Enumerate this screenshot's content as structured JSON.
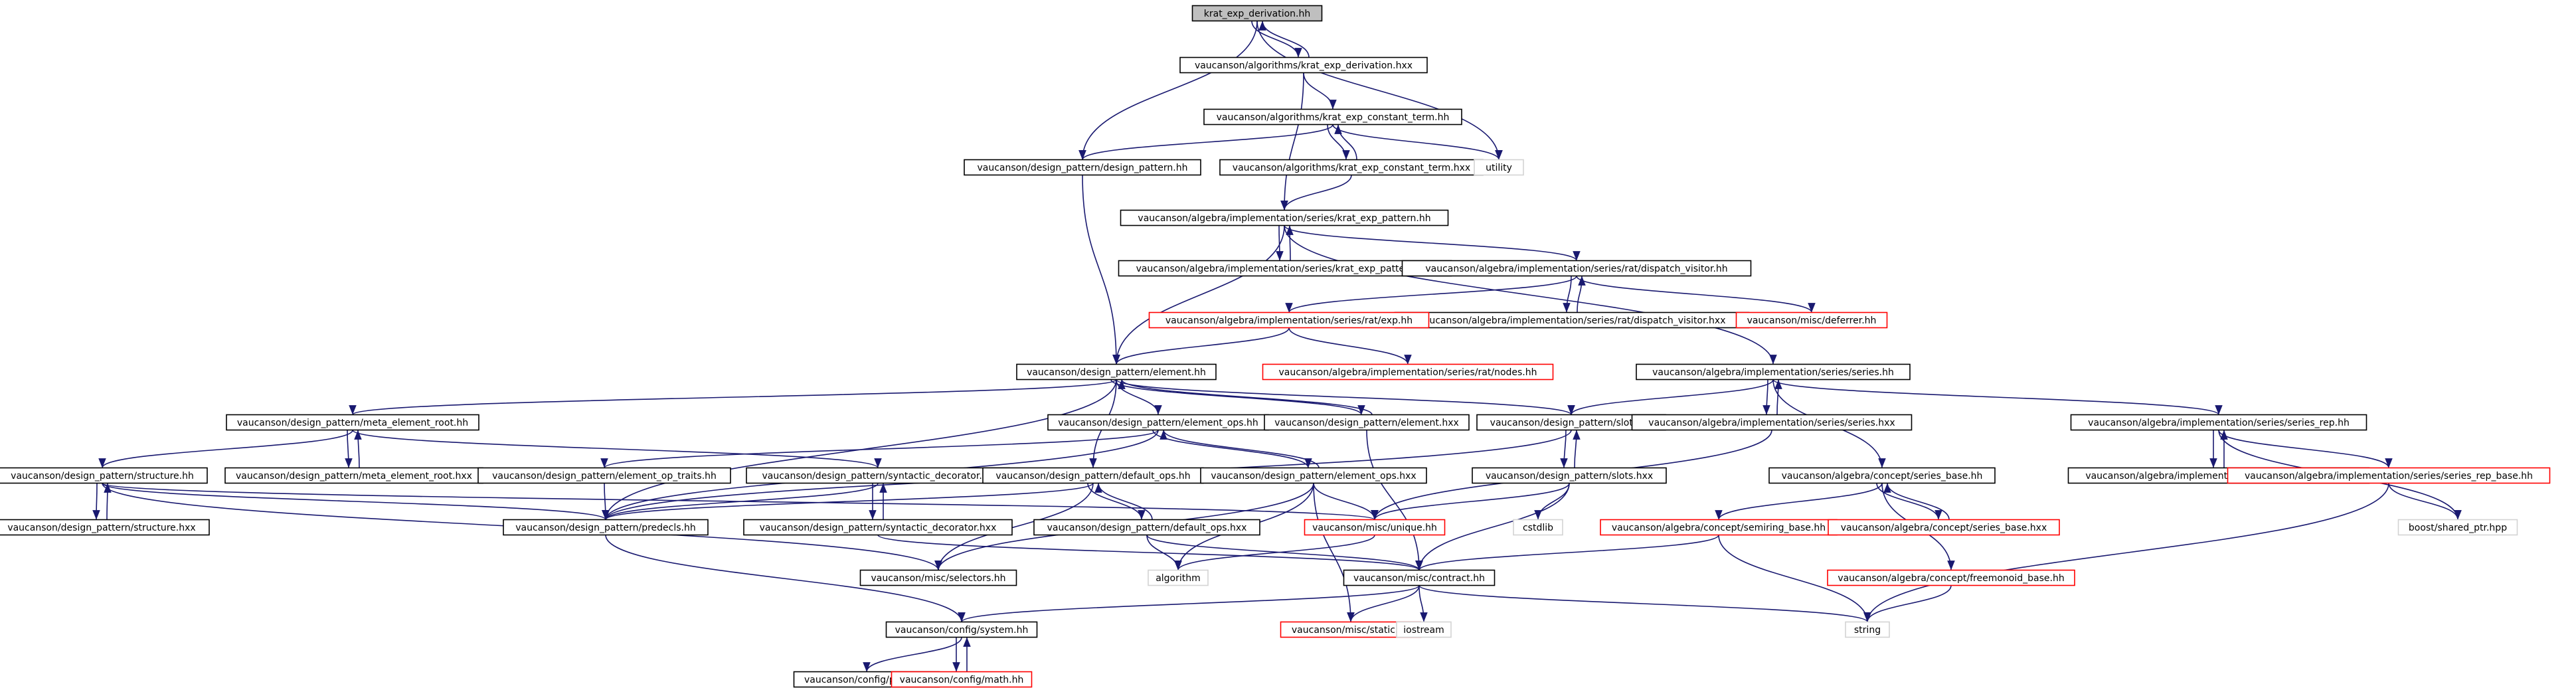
{
  "colors": {
    "edge": "#191970",
    "root_fill": "#bfbfbf",
    "normal_fill": "#ffffff",
    "normal_border": "#000000",
    "link_border": "#ff0000",
    "external_border": "#d3d3d3"
  },
  "nodes": [
    {
      "id": "n0",
      "label": "krat_exp_derivation.hh",
      "kind": "root"
    },
    {
      "id": "n1",
      "label": "vaucanson/algorithms/krat_exp_derivation.hxx",
      "kind": "normal"
    },
    {
      "id": "n2",
      "label": "vaucanson/algorithms/krat_exp_constant_term.hh",
      "kind": "normal"
    },
    {
      "id": "n3",
      "label": "vaucanson/algorithms/krat_exp_constant_term.hxx",
      "kind": "normal"
    },
    {
      "id": "n4",
      "label": "utility",
      "kind": "external"
    },
    {
      "id": "n5",
      "label": "vaucanson/design_pattern/design_pattern.hh",
      "kind": "normal"
    },
    {
      "id": "n6",
      "label": "vaucanson/algebra/implementation/series/krat_exp_pattern.hh",
      "kind": "normal"
    },
    {
      "id": "n7",
      "label": "vaucanson/algebra/implementation/series/krat_exp_pattern.hxx",
      "kind": "normal"
    },
    {
      "id": "n8",
      "label": "vaucanson/algebra/implementation/series/rat/dispatch_visitor.hh",
      "kind": "normal"
    },
    {
      "id": "n9",
      "label": "vaucanson/algebra/implementation/series/rat/dispatch_visitor.hxx",
      "kind": "normal"
    },
    {
      "id": "n10",
      "label": "vaucanson/misc/deferrer.hh",
      "kind": "link"
    },
    {
      "id": "n11",
      "label": "vaucanson/algebra/implementation/series/rat/exp.hh",
      "kind": "link"
    },
    {
      "id": "n12",
      "label": "vaucanson/algebra/implementation/series/rat/nodes.hh",
      "kind": "link"
    },
    {
      "id": "n13",
      "label": "vaucanson/design_pattern/element.hh",
      "kind": "normal"
    },
    {
      "id": "n14",
      "label": "vaucanson/algebra/implementation/series/series.hh",
      "kind": "normal"
    },
    {
      "id": "n15",
      "label": "vaucanson/design_pattern/meta_element_root.hh",
      "kind": "normal"
    },
    {
      "id": "n16",
      "label": "vaucanson/design_pattern/element_ops.hh",
      "kind": "normal"
    },
    {
      "id": "n17",
      "label": "vaucanson/design_pattern/element.hxx",
      "kind": "normal"
    },
    {
      "id": "n18",
      "label": "vaucanson/design_pattern/slots.hh",
      "kind": "normal"
    },
    {
      "id": "n19",
      "label": "vaucanson/algebra/implementation/series/series.hxx",
      "kind": "normal"
    },
    {
      "id": "n20",
      "label": "vaucanson/algebra/implementation/series/series_rep.hh",
      "kind": "normal"
    },
    {
      "id": "n21",
      "label": "vaucanson/design_pattern/structure.hh",
      "kind": "normal"
    },
    {
      "id": "n22",
      "label": "vaucanson/design_pattern/meta_element_root.hxx",
      "kind": "normal"
    },
    {
      "id": "n23",
      "label": "vaucanson/design_pattern/element_op_traits.hh",
      "kind": "normal"
    },
    {
      "id": "n24",
      "label": "vaucanson/design_pattern/syntactic_decorator.hh",
      "kind": "normal"
    },
    {
      "id": "n25",
      "label": "vaucanson/design_pattern/default_ops.hh",
      "kind": "normal"
    },
    {
      "id": "n26",
      "label": "vaucanson/design_pattern/element_ops.hxx",
      "kind": "normal"
    },
    {
      "id": "n27",
      "label": "vaucanson/design_pattern/slots.hxx",
      "kind": "normal"
    },
    {
      "id": "n28",
      "label": "vaucanson/algebra/concept/series_base.hh",
      "kind": "normal"
    },
    {
      "id": "n29",
      "label": "vaucanson/algebra/implementation/series/series_rep.hxx",
      "kind": "normal"
    },
    {
      "id": "n30",
      "label": "vaucanson/algebra/implementation/series/series_rep_base.hh",
      "kind": "link"
    },
    {
      "id": "n31",
      "label": "vaucanson/design_pattern/structure.hxx",
      "kind": "normal"
    },
    {
      "id": "n32",
      "label": "vaucanson/design_pattern/predecls.hh",
      "kind": "normal"
    },
    {
      "id": "n33",
      "label": "vaucanson/design_pattern/syntactic_decorator.hxx",
      "kind": "normal"
    },
    {
      "id": "n34",
      "label": "vaucanson/design_pattern/default_ops.hxx",
      "kind": "normal"
    },
    {
      "id": "n35",
      "label": "vaucanson/misc/unique.hh",
      "kind": "link"
    },
    {
      "id": "n36",
      "label": "cstdlib",
      "kind": "external"
    },
    {
      "id": "n37",
      "label": "vaucanson/algebra/concept/semiring_base.hh",
      "kind": "link"
    },
    {
      "id": "n38",
      "label": "vaucanson/algebra/concept/series_base.hxx",
      "kind": "link"
    },
    {
      "id": "n39",
      "label": "boost/shared_ptr.hpp",
      "kind": "external"
    },
    {
      "id": "n40",
      "label": "vaucanson/misc/selectors.hh",
      "kind": "normal"
    },
    {
      "id": "n41",
      "label": "algorithm",
      "kind": "external"
    },
    {
      "id": "n42",
      "label": "vaucanson/misc/contract.hh",
      "kind": "normal"
    },
    {
      "id": "n43",
      "label": "vaucanson/algebra/concept/freemonoid_base.hh",
      "kind": "link"
    },
    {
      "id": "n44",
      "label": "vaucanson/config/system.hh",
      "kind": "normal"
    },
    {
      "id": "n45",
      "label": "vaucanson/misc/static.hh",
      "kind": "link"
    },
    {
      "id": "n46",
      "label": "iostream",
      "kind": "external"
    },
    {
      "id": "n47",
      "label": "string",
      "kind": "external"
    },
    {
      "id": "n48",
      "label": "vaucanson/config/pconf.hh",
      "kind": "normal"
    },
    {
      "id": "n49",
      "label": "vaucanson/config/math.hh",
      "kind": "link"
    }
  ],
  "edges": [
    [
      "n0",
      "n1"
    ],
    [
      "n1",
      "n0"
    ],
    [
      "n0",
      "n5"
    ],
    [
      "n0",
      "n4"
    ],
    [
      "n1",
      "n2"
    ],
    [
      "n1",
      "n6"
    ],
    [
      "n2",
      "n3"
    ],
    [
      "n3",
      "n2"
    ],
    [
      "n2",
      "n5"
    ],
    [
      "n2",
      "n4"
    ],
    [
      "n3",
      "n6"
    ],
    [
      "n5",
      "n13"
    ],
    [
      "n6",
      "n7"
    ],
    [
      "n7",
      "n6"
    ],
    [
      "n6",
      "n8"
    ],
    [
      "n6",
      "n14"
    ],
    [
      "n6",
      "n13"
    ],
    [
      "n8",
      "n9"
    ],
    [
      "n9",
      "n8"
    ],
    [
      "n8",
      "n10"
    ],
    [
      "n8",
      "n11"
    ],
    [
      "n11",
      "n12"
    ],
    [
      "n11",
      "n13"
    ],
    [
      "n13",
      "n15"
    ],
    [
      "n13",
      "n16"
    ],
    [
      "n13",
      "n17"
    ],
    [
      "n17",
      "n13"
    ],
    [
      "n13",
      "n18"
    ],
    [
      "n13",
      "n25"
    ],
    [
      "n13",
      "n32"
    ],
    [
      "n14",
      "n19"
    ],
    [
      "n19",
      "n14"
    ],
    [
      "n14",
      "n18"
    ],
    [
      "n14",
      "n20"
    ],
    [
      "n14",
      "n28"
    ],
    [
      "n15",
      "n22"
    ],
    [
      "n22",
      "n15"
    ],
    [
      "n15",
      "n21"
    ],
    [
      "n15",
      "n24"
    ],
    [
      "n16",
      "n26"
    ],
    [
      "n26",
      "n16"
    ],
    [
      "n16",
      "n23"
    ],
    [
      "n16",
      "n32"
    ],
    [
      "n17",
      "n42"
    ],
    [
      "n18",
      "n27"
    ],
    [
      "n27",
      "n18"
    ],
    [
      "n18",
      "n32"
    ],
    [
      "n19",
      "n35"
    ],
    [
      "n20",
      "n29"
    ],
    [
      "n29",
      "n20"
    ],
    [
      "n20",
      "n30"
    ],
    [
      "n20",
      "n39"
    ],
    [
      "n21",
      "n31"
    ],
    [
      "n31",
      "n21"
    ],
    [
      "n21",
      "n32"
    ],
    [
      "n21",
      "n40"
    ],
    [
      "n21",
      "n35"
    ],
    [
      "n23",
      "n32"
    ],
    [
      "n24",
      "n33"
    ],
    [
      "n33",
      "n24"
    ],
    [
      "n24",
      "n32"
    ],
    [
      "n25",
      "n34"
    ],
    [
      "n34",
      "n25"
    ],
    [
      "n25",
      "n32"
    ],
    [
      "n25",
      "n40"
    ],
    [
      "n26",
      "n35"
    ],
    [
      "n26",
      "n41"
    ],
    [
      "n26",
      "n40"
    ],
    [
      "n26",
      "n45"
    ],
    [
      "n27",
      "n36"
    ],
    [
      "n27",
      "n42"
    ],
    [
      "n27",
      "n35"
    ],
    [
      "n28",
      "n38"
    ],
    [
      "n38",
      "n28"
    ],
    [
      "n28",
      "n37"
    ],
    [
      "n28",
      "n43"
    ],
    [
      "n30",
      "n39"
    ],
    [
      "n30",
      "n47"
    ],
    [
      "n32",
      "n44"
    ],
    [
      "n33",
      "n42"
    ],
    [
      "n34",
      "n41"
    ],
    [
      "n34",
      "n42"
    ],
    [
      "n35",
      "n41"
    ],
    [
      "n37",
      "n42"
    ],
    [
      "n37",
      "n47"
    ],
    [
      "n42",
      "n44"
    ],
    [
      "n42",
      "n45"
    ],
    [
      "n42",
      "n46"
    ],
    [
      "n42",
      "n47"
    ],
    [
      "n43",
      "n47"
    ],
    [
      "n44",
      "n48"
    ],
    [
      "n44",
      "n49"
    ],
    [
      "n49",
      "n44"
    ]
  ]
}
